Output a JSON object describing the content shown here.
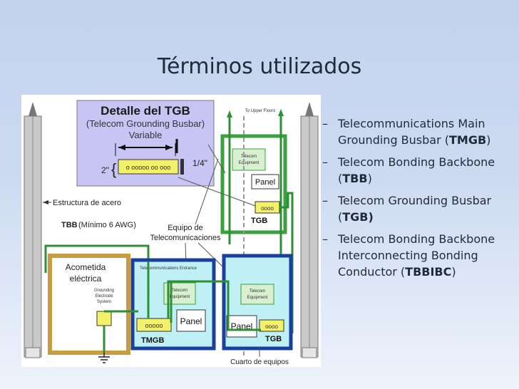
{
  "slide": {
    "title": "Términos utilizados"
  },
  "bullets": [
    {
      "dash": "–",
      "text": "Telecommunications Main Grounding Busbar (",
      "bold": "TMGB",
      "tail": ")"
    },
    {
      "dash": "–",
      "text": "Telecom Bonding Backbone (",
      "bold": "TBB",
      "tail": ")"
    },
    {
      "dash": "–",
      "text": "Telecom Grounding Busbar (",
      "bold": "TGB)",
      "tail": ""
    },
    {
      "dash": "–",
      "text": "Telecom Bonding Backbone Interconnecting Bonding Conductor (",
      "bold": "TBBIBC",
      "tail": ")"
    }
  ],
  "diagram": {
    "detail_title": "Detalle del TGB",
    "detail_subtitle": "(Telecom Grounding Busbar)",
    "variable": "Variable",
    "dim_2": "2\"",
    "dim_quarter": "1/4\"",
    "to_upper_floors": "To Upper Floors",
    "telecom_equipment": "Telecom Equipment",
    "telecom_label_1": "Telecom",
    "telecom_label_2": "Equipment",
    "panel": "Panel",
    "tgb": "TGB",
    "tmgb": "TMGB",
    "steel": "Estructura de acero",
    "tbb": "TBB",
    "tbb_min": "(Mínimo 6 AWG)",
    "equipo_1": "Equipo de",
    "equipo_2": "Telecomunicaciones",
    "acometida_1": "Acometida",
    "acometida_2": "eléctrica",
    "telecom_entrance": "Telecommunications Entrance",
    "grounding_1": "Grounding",
    "grounding_2": "Electrode",
    "grounding_3": "System",
    "cuarto": "Cuarto de equipos"
  }
}
